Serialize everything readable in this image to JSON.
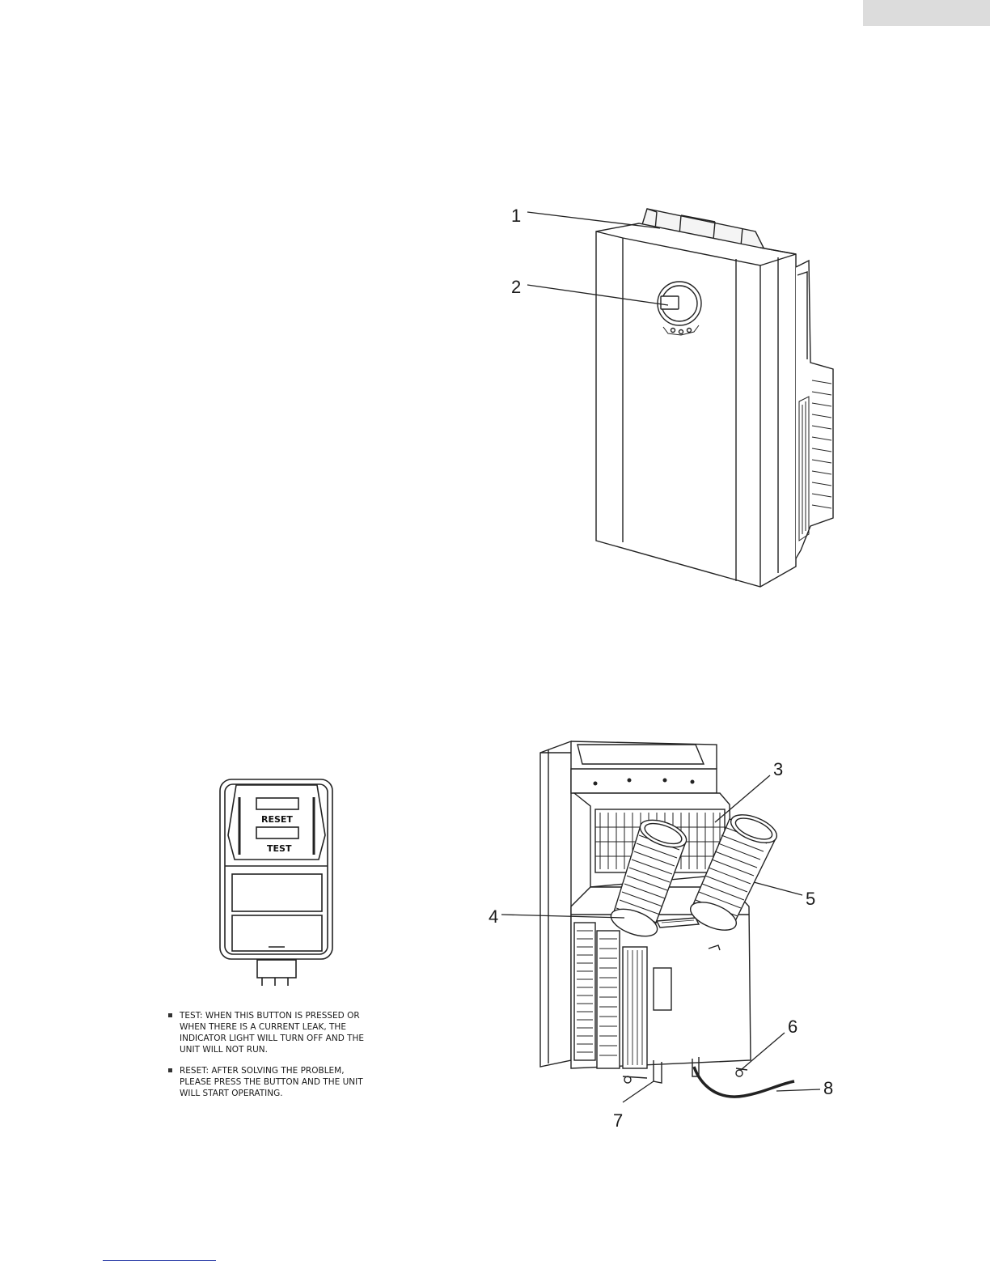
{
  "callouts": {
    "c1": "1",
    "c2": "2",
    "c3": "3",
    "c4": "4",
    "c5": "5",
    "c6": "6",
    "c7": "7",
    "c8": "8"
  },
  "breaker": {
    "reset_label": "RESET",
    "test_label": "TEST"
  },
  "notes": [
    {
      "text": "TEST: WHEN THIS BUTTON IS PRESSED OR WHEN THERE IS A CURRENT LEAK, THE INDICATOR LIGHT WILL TURN OFF AND THE UNIT WILL NOT RUN."
    },
    {
      "text": "RESET: AFTER SOLVING THE PROBLEM, PLEASE PRESS THE BUTTON AND THE UNIT WILL START OPERATING."
    }
  ],
  "colors": {
    "tab_gray": "#dcdcdc",
    "line": "#222222",
    "rule_blue": "#3344aa"
  }
}
